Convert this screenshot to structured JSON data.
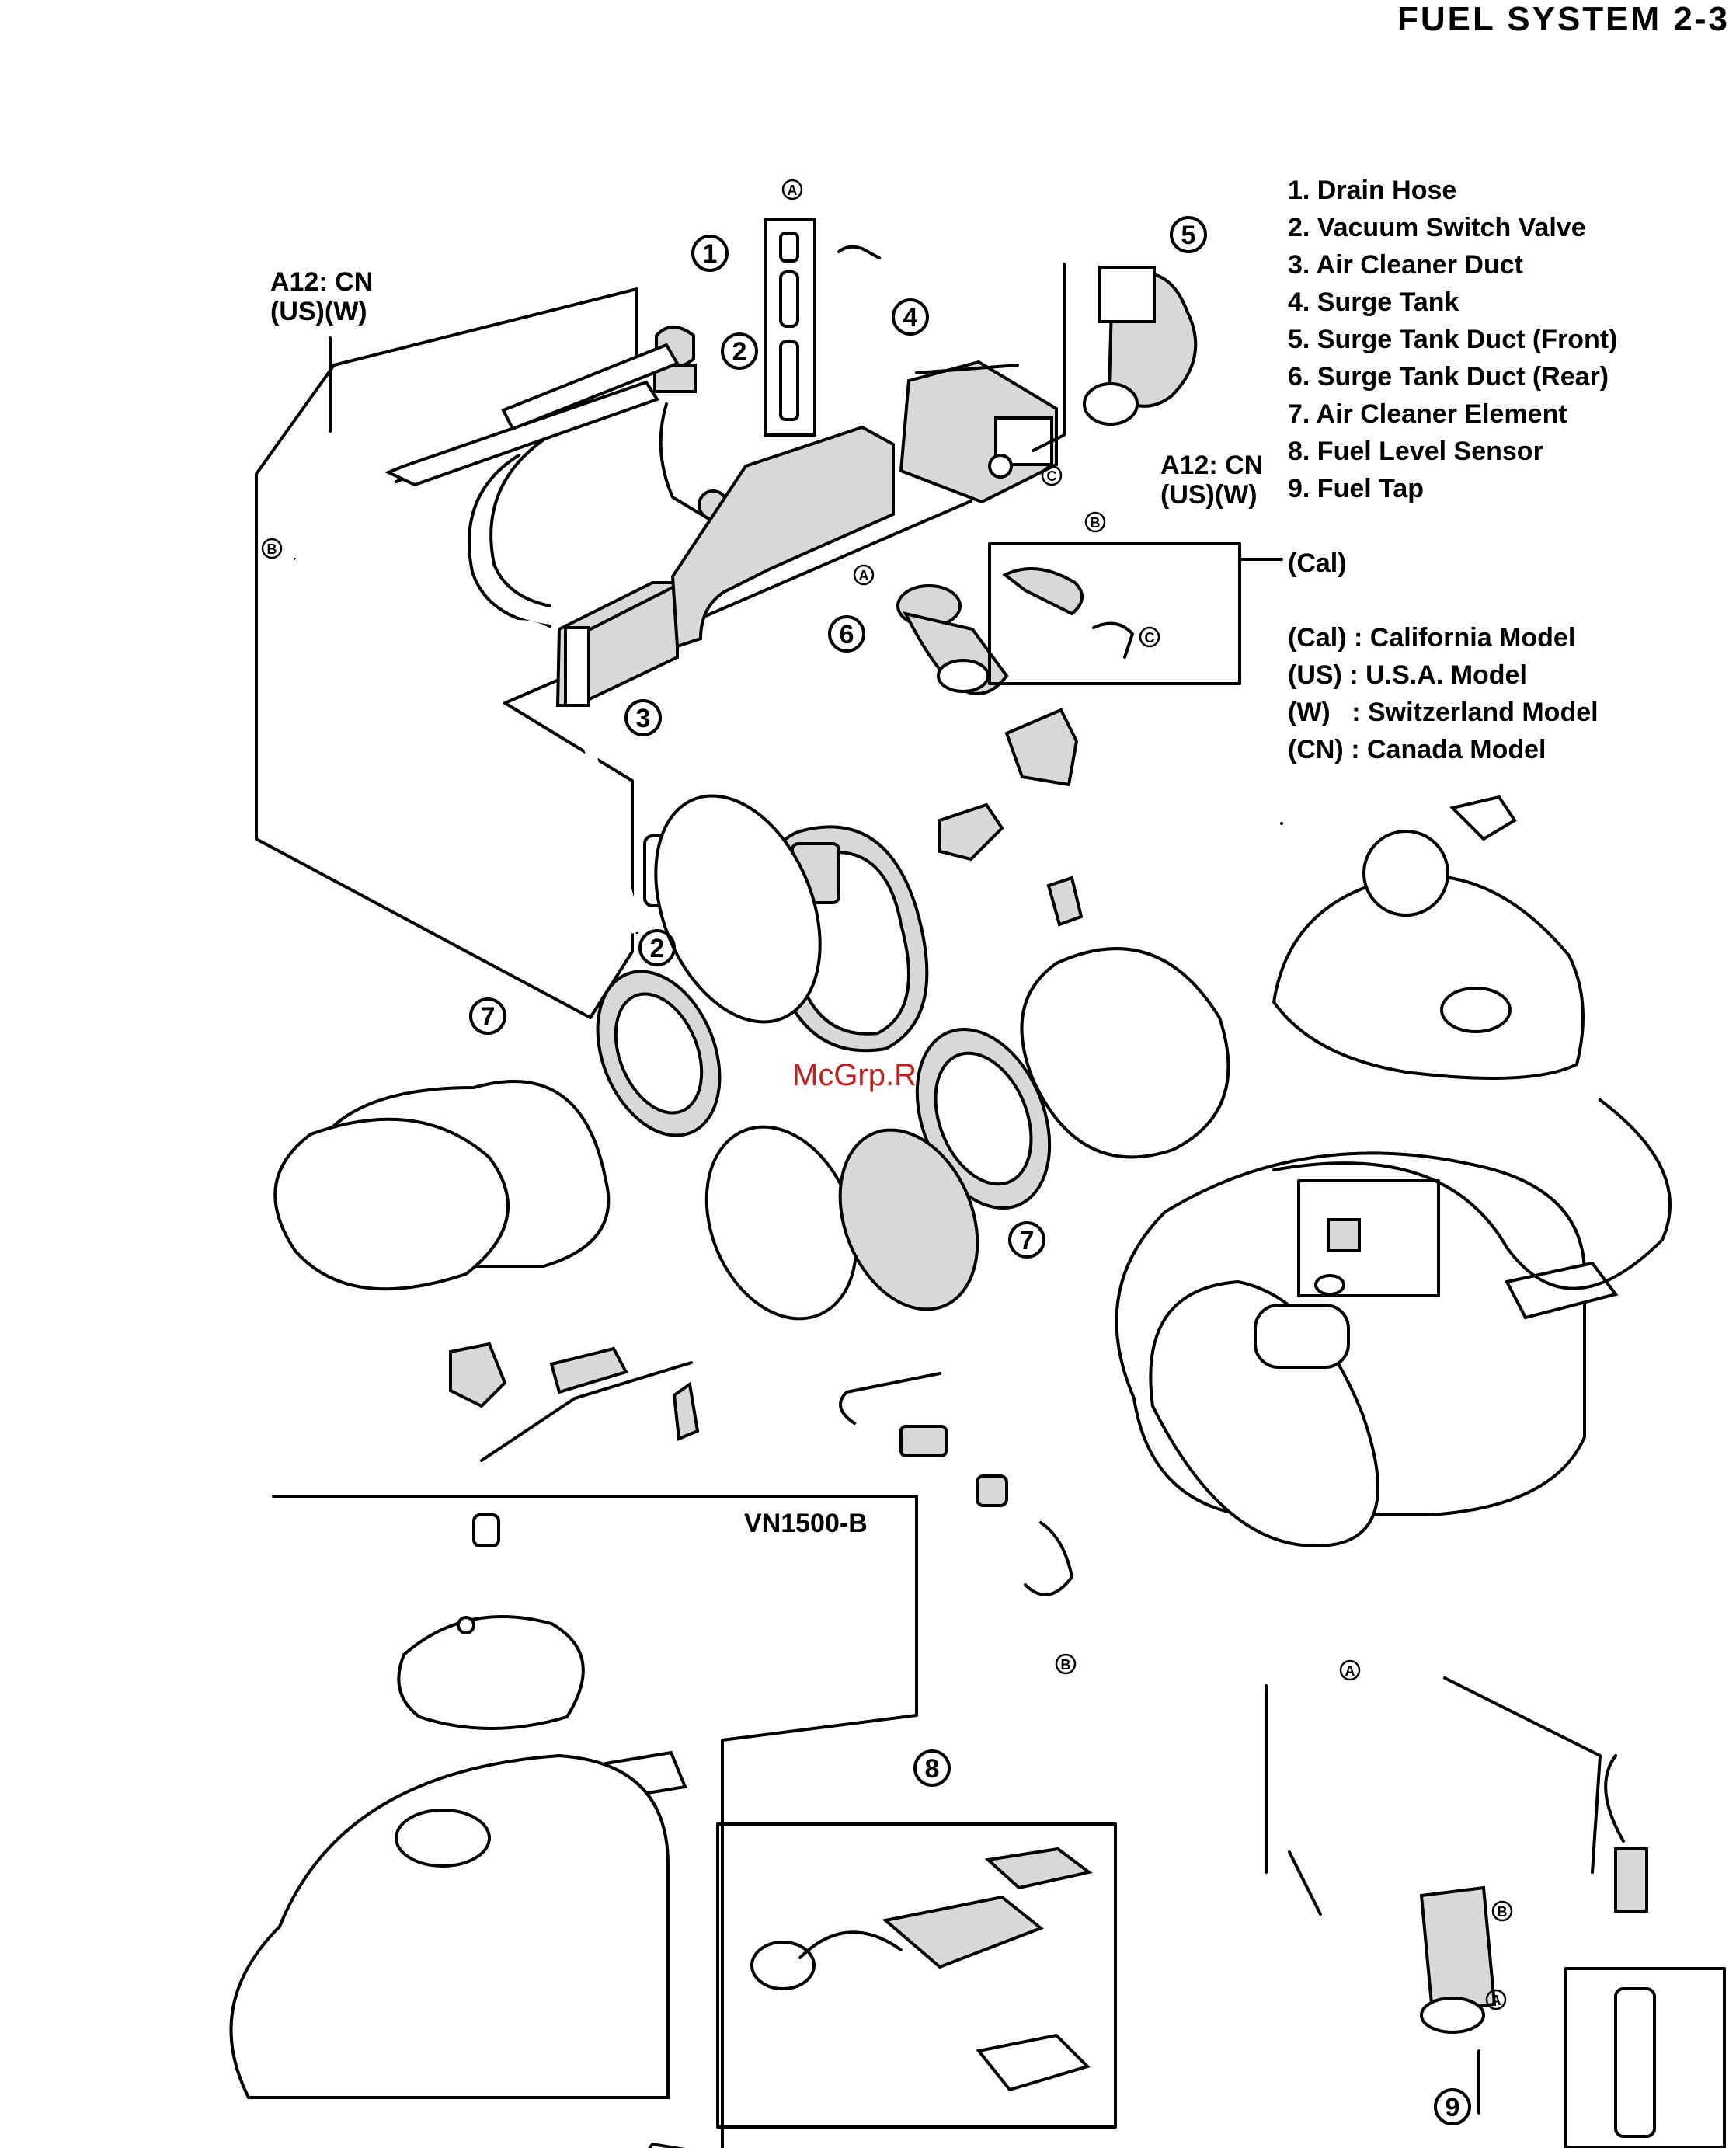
{
  "header": "FUEL SYSTEM 2-3",
  "legend": {
    "parts": [
      "1. Drain Hose",
      "2. Vacuum Switch Valve",
      "3. Air Cleaner Duct",
      "4. Surge Tank",
      "5. Surge Tank Duct (Front)",
      "6. Surge Tank Duct (Rear)",
      "7. Air Cleaner Element",
      "8. Fuel Level Sensor",
      "9. Fuel Tap"
    ],
    "models": [
      {
        "code": "(Cal)",
        "sep": ":",
        "name": "California Model"
      },
      {
        "code": "(US)",
        "sep": ":",
        "name": "U.S.A. Model"
      },
      {
        "code": "(W)",
        "sep": ":",
        "name": "Switzerland Model"
      },
      {
        "code": "(CN)",
        "sep": ":",
        "name": "Canada Model"
      }
    ]
  },
  "labels": {
    "a12_left_1": "A12: CN",
    "a12_left_2": "(US)(W)",
    "a12_right_1": "A12: CN",
    "a12_right_2": "(US)(W)",
    "cal_box": "(Cal)",
    "variant": "VN1500-B",
    "watermark": "McGrp.Ru"
  },
  "callouts": [
    "1",
    "2",
    "2",
    "3",
    "4",
    "5",
    "6",
    "7",
    "7",
    "8",
    "9"
  ],
  "letter_marks": [
    "A",
    "B",
    "C",
    "A",
    "B",
    "C",
    "A",
    "B",
    "B",
    "A"
  ]
}
